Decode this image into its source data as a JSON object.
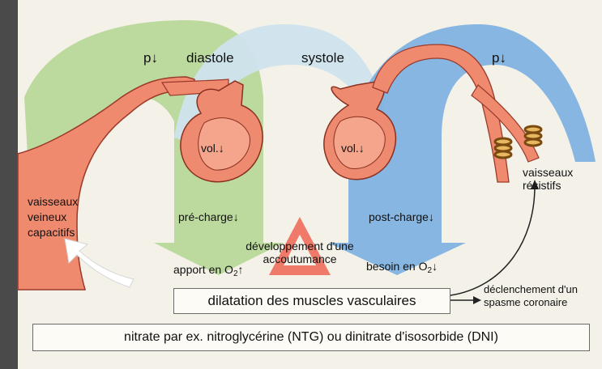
{
  "labels": {
    "p_left": "p↓",
    "diastole": "diastole",
    "systole": "systole",
    "p_right": "p↓",
    "vol_left": "vol.↓",
    "vol_right": "vol.↓",
    "veins": [
      "vaisseaux",
      "veineux",
      "capacitifs"
    ],
    "resistive": [
      "vaisseaux",
      "résistifs"
    ],
    "preload": "pré-charge↓",
    "afterload": "post-charge↓",
    "tolerance": [
      "développement d'une",
      "accoutumance"
    ],
    "supply_prefix": "apport en O",
    "supply_sub": "2",
    "supply_suffix": "↑",
    "demand_prefix": "besoin en O",
    "demand_sub": "2",
    "demand_suffix": "↓",
    "spasm": [
      "déclenchement d'un",
      "spasme coronaire"
    ]
  },
  "boxes": {
    "dilation": "dilatation des muscles vasculaires",
    "nitrate": "nitrate par ex. nitroglycérine (NTG) ou dinitrate d'isosorbide (DNI)"
  },
  "colors": {
    "green_arrow": "#b9d89a",
    "light_blue_arrow": "#cfe3ee",
    "blue_arrow": "#7fb2e0",
    "vessel": "#f08a6e",
    "heart": "#ee8a70",
    "warning_triangle": "#ef7a6a"
  }
}
